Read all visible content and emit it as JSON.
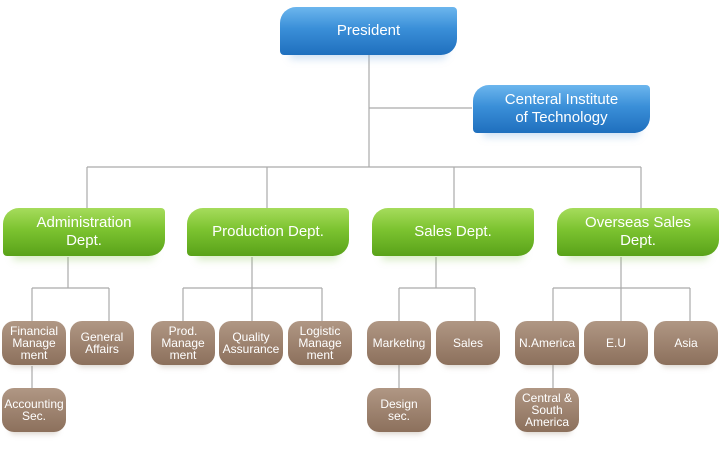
{
  "colors": {
    "executive": "#2e82cf",
    "department": "#71b927",
    "section": "#967c68",
    "connector": "#aaaaaa"
  },
  "president": "President",
  "institute": "Centeral Institute\nof Technology",
  "departments": [
    {
      "label": "Administration\nDept.",
      "sections": [
        "Financial\nManage\nment",
        "General\nAffairs"
      ],
      "subsections": [
        "Accounting\nSec."
      ]
    },
    {
      "label": "Production Dept.",
      "sections": [
        "Prod.\nManage\nment",
        "Quality\nAssurance",
        "Logistic\nManage\nment"
      ],
      "subsections": []
    },
    {
      "label": "Sales Dept.",
      "sections": [
        "Marketing",
        "Sales"
      ],
      "subsections": [
        "Design\nsec."
      ]
    },
    {
      "label": "Overseas Sales\nDept.",
      "sections": [
        "N.America",
        "E.U",
        "Asia"
      ],
      "subsections": [
        "Central &\nSouth\nAmerica"
      ]
    }
  ]
}
